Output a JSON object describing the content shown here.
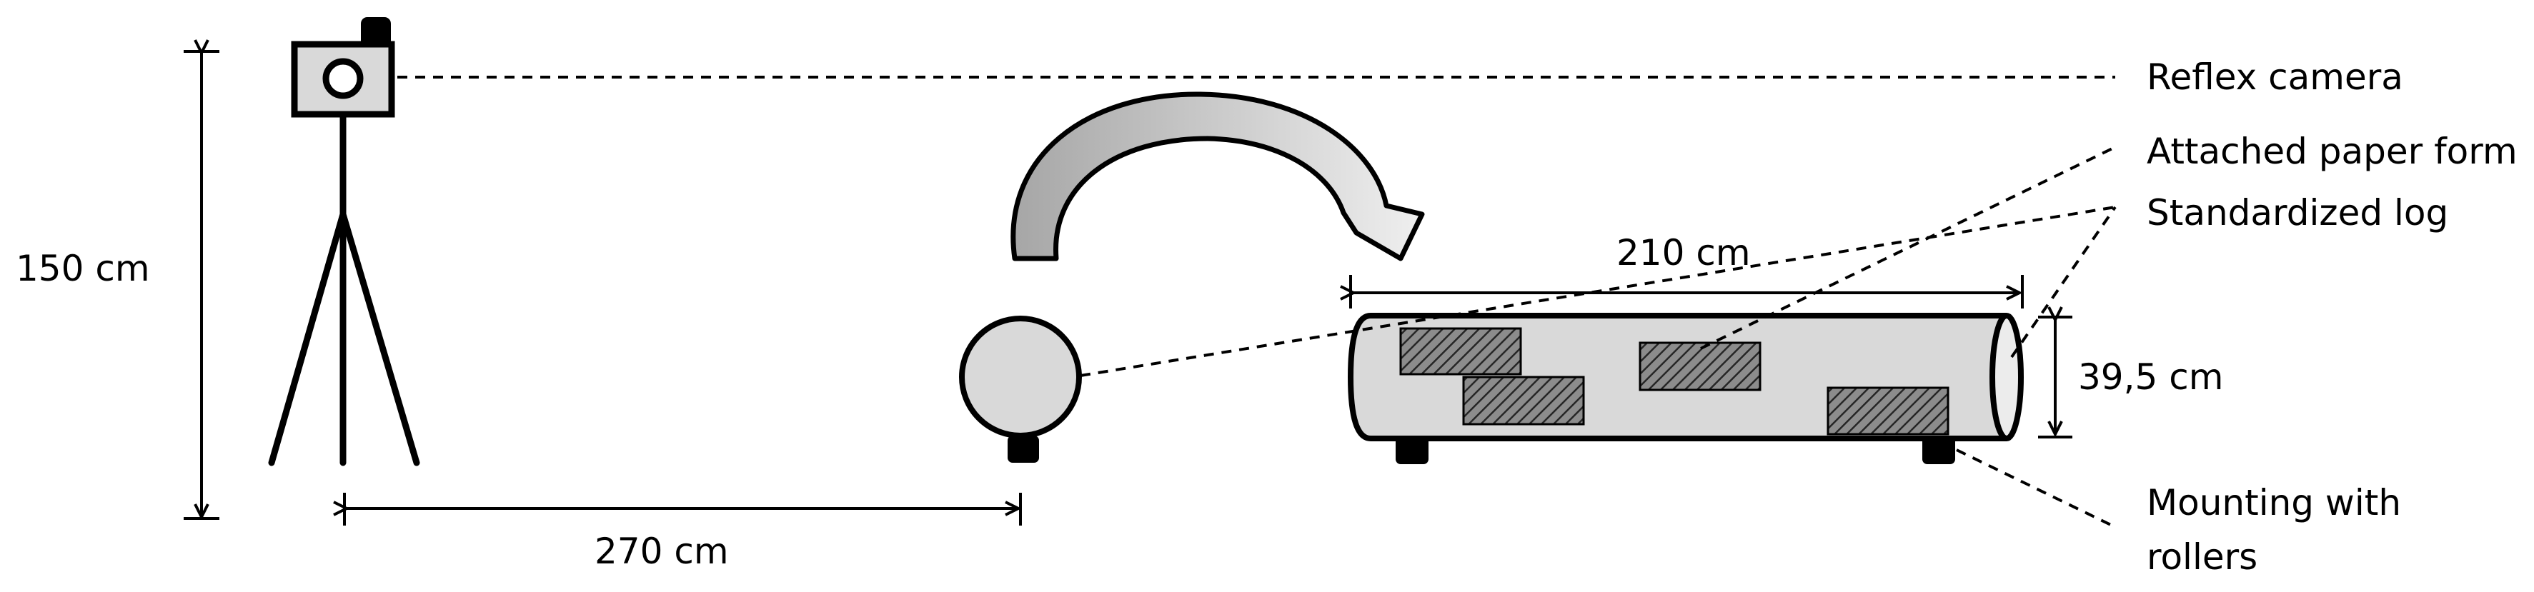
{
  "dimensions": {
    "height": "150 cm",
    "distance": "270 cm",
    "log_length": "210 cm",
    "log_diameter": "39,5 cm"
  },
  "legend": {
    "reflex_camera": "Reflex camera",
    "attached_paper_form": "Attached paper form",
    "standardized_log": "Standardized log",
    "mounting_line1": "Mounting with",
    "mounting_line2": "rollers"
  },
  "colors": {
    "stroke": "#000000",
    "log_fill": "#d9d9d9",
    "arrow_fill_dark": "#a6a6a6",
    "arrow_fill_light": "#ededed",
    "camera_fill": "#d9d9d9"
  }
}
